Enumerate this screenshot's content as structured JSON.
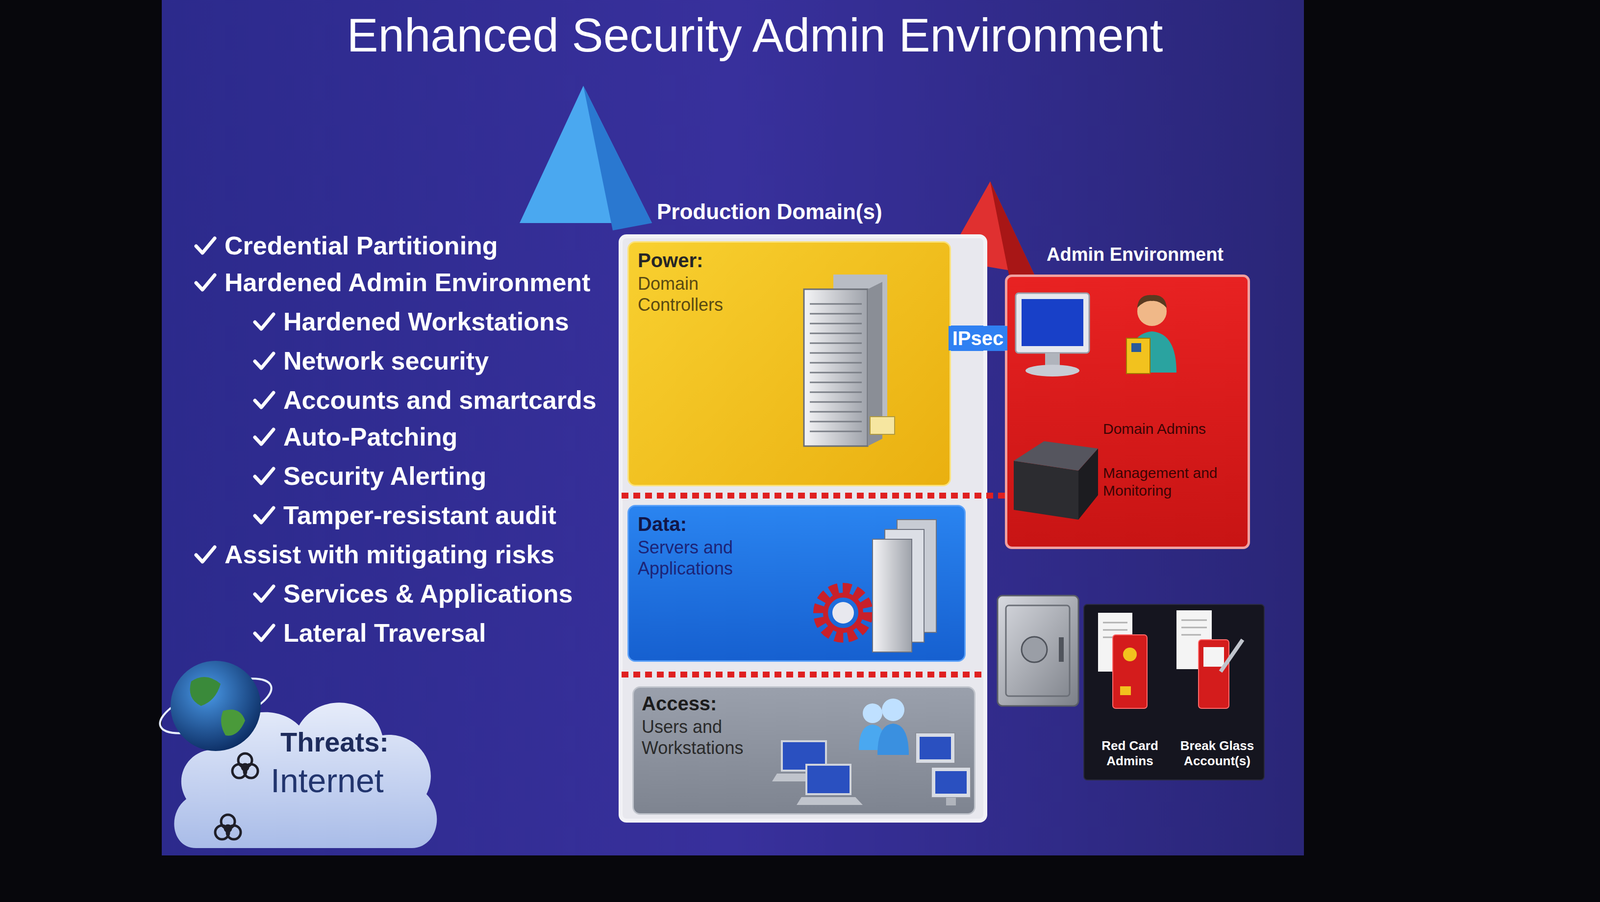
{
  "diagram": {
    "title": "Enhanced Security Admin Environment",
    "nodes": [
      {
        "text": [
          "Production Domain(s)"
        ]
      },
      {
        "text": [
          "Power:",
          "Domain Controllers"
        ],
        "in": 0
      },
      {
        "text": [
          "Data:",
          "Servers and Applications"
        ],
        "in": 0
      },
      {
        "text": [
          "Access:",
          "Users and Workstations"
        ],
        "in": 0
      },
      {
        "text": [
          "Admin Environment",
          "Domain Admins",
          "Management and Monitoring"
        ]
      },
      {
        "text": [
          "Red Card Admins",
          "Break Glass Account(s)"
        ]
      },
      {
        "text": [
          "Threats:",
          "Internet"
        ]
      }
    ],
    "edges": [
      {
        "from": 1,
        "to": 4,
        "label": "IPsec",
        "arrow": "none"
      }
    ],
    "labels": [
      "Credential Partitioning",
      "Hardened Admin Environment",
      "Hardened Workstations",
      "Network security",
      "Accounts and smartcards",
      "Auto-Patching",
      "Security Alerting",
      "Tamper-resistant audit",
      "Assist with mitigating risks",
      "Services & Applications",
      "Lateral Traversal"
    ]
  }
}
